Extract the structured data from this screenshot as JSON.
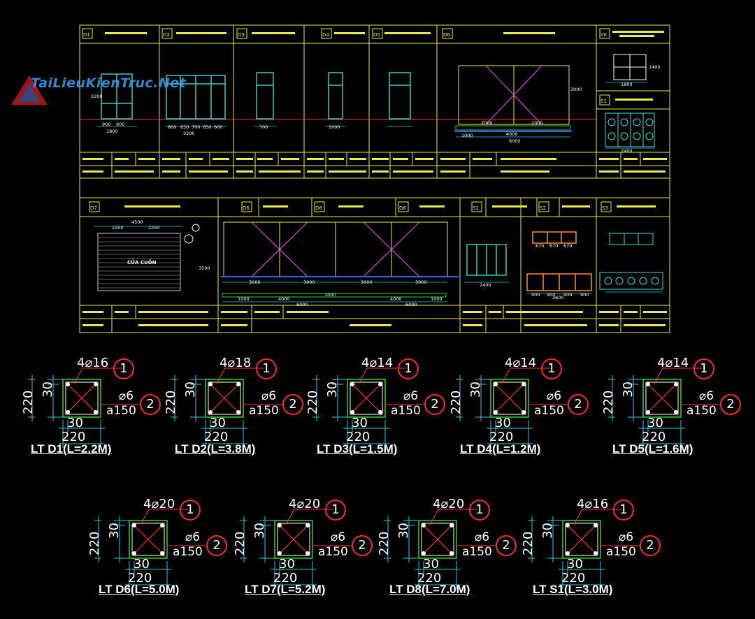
{
  "watermark": {
    "text": "TaiLieuKienTruc.Net"
  },
  "drawing": {
    "panel_ids_top": [
      "D1",
      "D2",
      "D3",
      "D4",
      "D5",
      "D6",
      "VK",
      "S1"
    ],
    "panel_ids_bottom": [
      "D7",
      "D6",
      "D8",
      "D8",
      "S1",
      "S2",
      "S3"
    ],
    "text_dims_top": [
      "900",
      "900",
      "1800",
      "2200",
      "800",
      "650",
      "700",
      "650",
      "600",
      "3200",
      "700",
      "1000",
      "2000",
      "2000",
      "1000",
      "4000",
      "6000",
      "3000",
      "1800",
      "1400",
      "2400"
    ],
    "text_dims_bottom": [
      "4500",
      "2250",
      "2250",
      "3500",
      "3000",
      "3000",
      "3000",
      "3000",
      "1000",
      "4000",
      "1000",
      "4000",
      "1000",
      "6000",
      "6000",
      "2400",
      "670",
      "670",
      "670",
      "3600",
      "900",
      "900",
      "900",
      "900"
    ],
    "door_label": "CỬA CUỐN"
  },
  "beams": [
    {
      "bar": "4⌀16",
      "stirrup_dia": "⌀6",
      "stirrup_spacing": "a150",
      "mark1": "1",
      "mark2": "2",
      "cover": "30",
      "size": "220",
      "label": "LT D1(L=2.2M)"
    },
    {
      "bar": "4⌀18",
      "stirrup_dia": "⌀6",
      "stirrup_spacing": "a150",
      "mark1": "1",
      "mark2": "2",
      "cover": "30",
      "size": "220",
      "label": "LT D2(L=3.8M)"
    },
    {
      "bar": "4⌀14",
      "stirrup_dia": "⌀6",
      "stirrup_spacing": "a150",
      "mark1": "1",
      "mark2": "2",
      "cover": "30",
      "size": "220",
      "label": "LT D3(L=1.5M)"
    },
    {
      "bar": "4⌀14",
      "stirrup_dia": "⌀6",
      "stirrup_spacing": "a150",
      "mark1": "1",
      "mark2": "2",
      "cover": "30",
      "size": "220",
      "label": "LT D4(L=1.2M)"
    },
    {
      "bar": "4⌀14",
      "stirrup_dia": "⌀6",
      "stirrup_spacing": "a150",
      "mark1": "1",
      "mark2": "2",
      "cover": "30",
      "size": "220",
      "label": "LT D5(L=1.6M)"
    },
    {
      "bar": "4⌀20",
      "stirrup_dia": "⌀6",
      "stirrup_spacing": "a150",
      "mark1": "1",
      "mark2": "2",
      "cover": "30",
      "size": "220",
      "label": "LT D6(L=5.0M)"
    },
    {
      "bar": "4⌀20",
      "stirrup_dia": "⌀6",
      "stirrup_spacing": "a150",
      "mark1": "1",
      "mark2": "2",
      "cover": "30",
      "size": "220",
      "label": "LT D7(L=5.2M)"
    },
    {
      "bar": "4⌀20",
      "stirrup_dia": "⌀6",
      "stirrup_spacing": "a150",
      "mark1": "1",
      "mark2": "2",
      "cover": "30",
      "size": "220",
      "label": "LT D8(L=7.0M)"
    },
    {
      "bar": "4⌀16",
      "stirrup_dia": "⌀6",
      "stirrup_spacing": "a150",
      "mark1": "1",
      "mark2": "2",
      "cover": "30",
      "size": "220",
      "label": "LT S1(L=3.0M)"
    }
  ],
  "colors": {
    "frame": "#e8e850",
    "stirrup": "#30d030",
    "cross": "#ff3030",
    "dimension": "#30c8e0",
    "text": "#ffffff",
    "magenta": "#e040e0",
    "cyan": "#30e0e0"
  }
}
